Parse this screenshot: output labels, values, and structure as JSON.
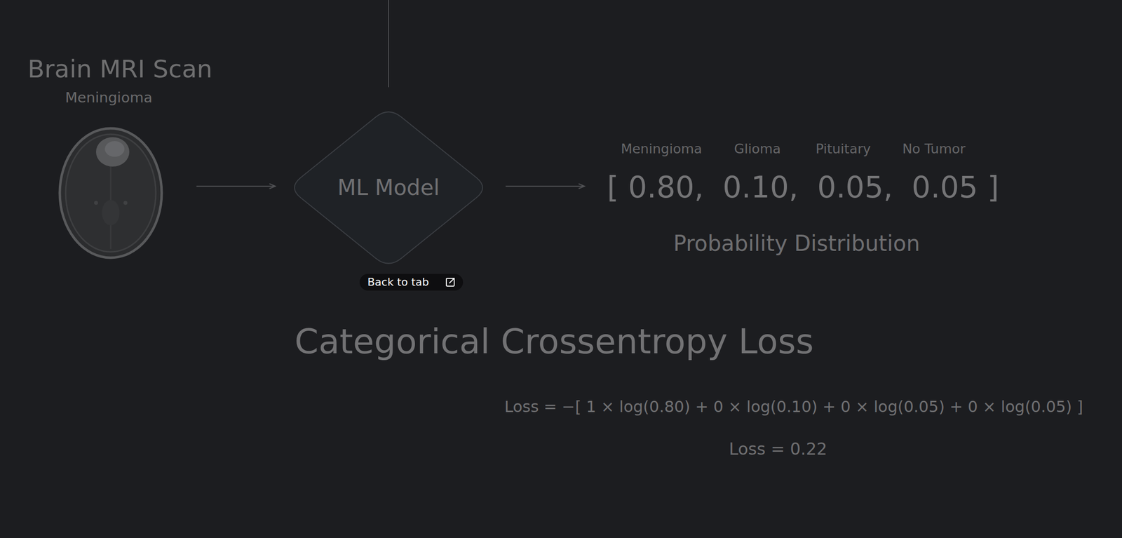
{
  "diagram": {
    "nodes": [
      {
        "text": [
          "Brain MRI Scan",
          "Meningioma"
        ]
      },
      {
        "text": [
          "ML Model"
        ]
      },
      {
        "text": [
          "Meningioma",
          "Glioma",
          "Pituitary",
          "No Tumor",
          "[ 0.80,  0.10,  0.05,  0.05 ]",
          "Probability Distribution"
        ]
      }
    ],
    "edges": [
      {
        "from": 0,
        "to": 1,
        "arrow": "to"
      },
      {
        "from": 1,
        "to": 2,
        "arrow": "to"
      }
    ],
    "labels": [
      "Back to tab",
      "Categorical Crossentropy Loss",
      "Loss = −[ 1 × log(0.80) + 0 × log(0.10) + 0 × log(0.05) + 0 × log(0.05) ]",
      "Loss = 0.22"
    ]
  }
}
